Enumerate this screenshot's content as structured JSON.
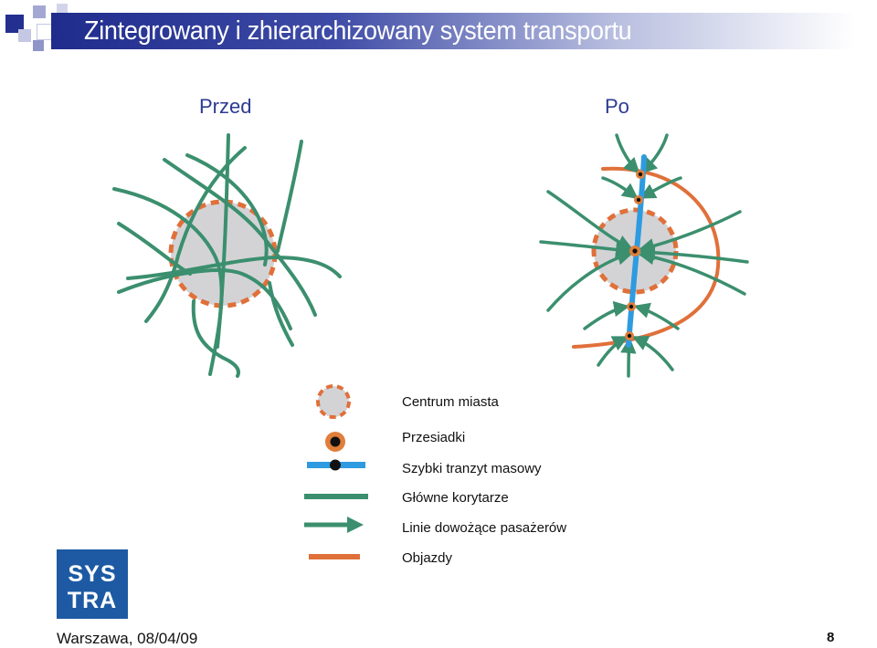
{
  "header": {
    "title": "Zintegrowany i zhierarchizowany system transportu"
  },
  "diagram": {
    "before_label": "Przed",
    "after_label": "Po"
  },
  "legend": {
    "items": [
      {
        "label": "Centrum miasta"
      },
      {
        "label": "Przesiadki"
      },
      {
        "label": "Szybki tranzyt masowy"
      },
      {
        "label": "Główne korytarze"
      },
      {
        "label": "Linie dowożące pasażerów"
      },
      {
        "label": "Objazdy"
      }
    ]
  },
  "colors": {
    "corridor_green": "#3b8f6e",
    "transit_blue": "#2e9be0",
    "bypass_orange": "#e0703a",
    "center_gray": "#d3d3d6",
    "title_bar": "#1f2c8c"
  },
  "logo": {
    "line1": "SYS",
    "line2": "TRA"
  },
  "footer": {
    "text": "Warszawa, 08/04/09",
    "page_number": "8"
  }
}
